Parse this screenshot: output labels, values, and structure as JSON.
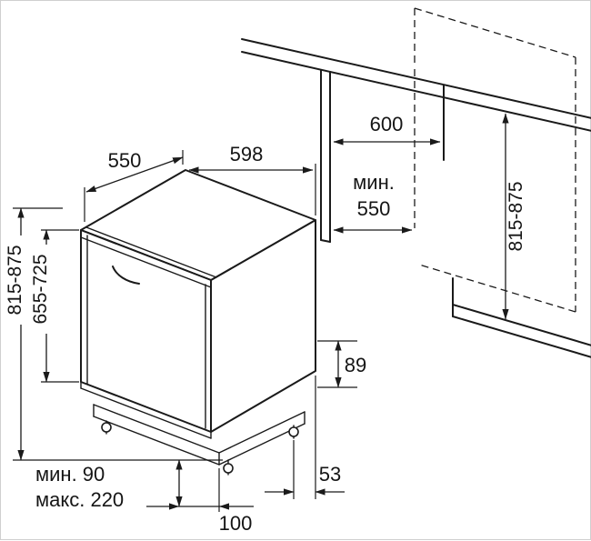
{
  "diagram": {
    "appliance": {
      "depth": "550",
      "width": "598",
      "height_total": "815-875",
      "height_front": "655-725",
      "rear_gap": "89",
      "plinth_min": "мин. 90",
      "plinth_max": "макс. 220",
      "front_foot_offset": "100",
      "rear_foot_offset": "53"
    },
    "niche": {
      "width": "600",
      "depth_prefix": "мин.",
      "depth_value": "550",
      "height": "815-875"
    },
    "colors": {
      "line": "#1a1a1a",
      "background": "#ffffff"
    }
  }
}
